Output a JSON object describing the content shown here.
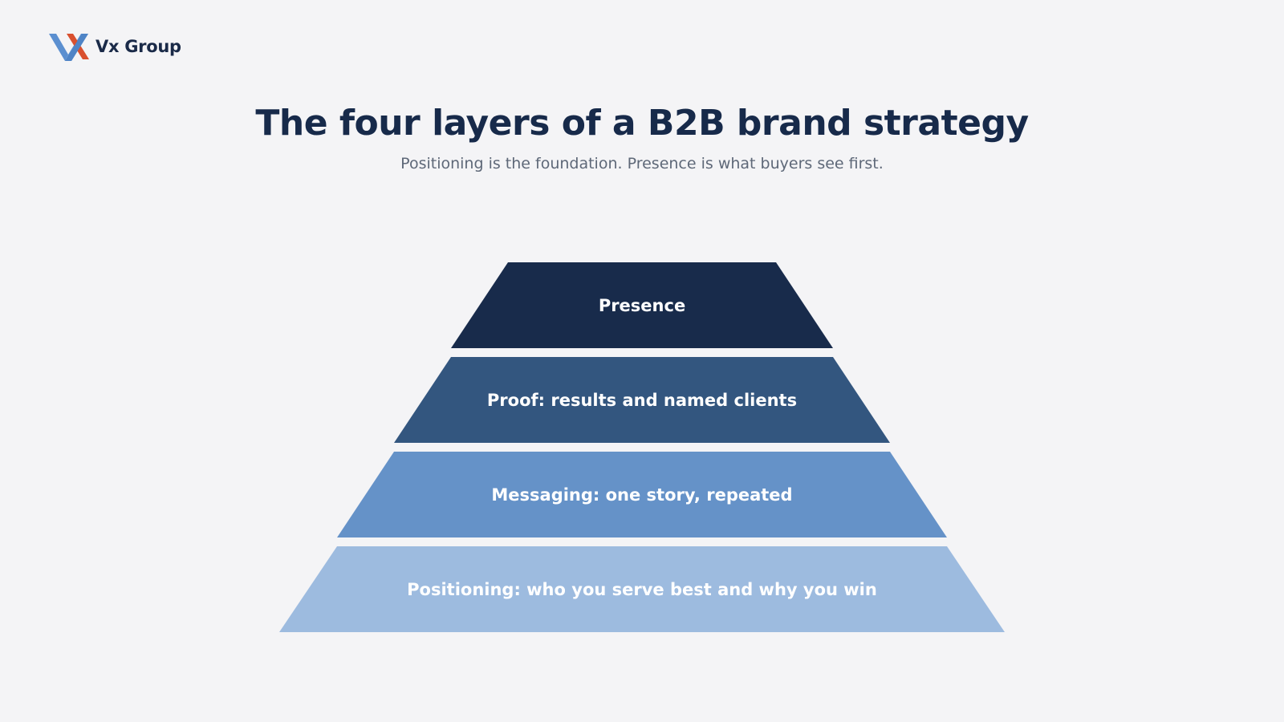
{
  "brand": {
    "name": "Vx Group",
    "logo_icon": "vx-logo-icon",
    "colors": {
      "blue": "#5b8fd0",
      "red": "#d9502f"
    }
  },
  "title": "The four layers of a B2B brand strategy",
  "subtitle": "Positioning is the foundation. Presence is what buyers see first.",
  "pyramid": {
    "tiers": [
      {
        "label": "Presence",
        "color": "#182b4b"
      },
      {
        "label": "Proof: results and named clients",
        "color": "#33567f"
      },
      {
        "label": "Messaging: one story, repeated",
        "color": "#6592c8"
      },
      {
        "label": "Positioning: who you serve best and why you win",
        "color": "#9dbbdf"
      }
    ]
  }
}
